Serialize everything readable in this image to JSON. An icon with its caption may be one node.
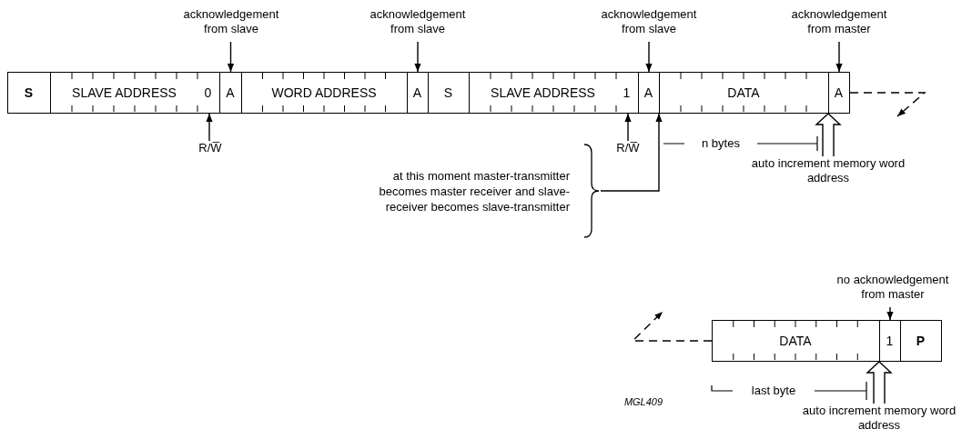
{
  "diagram": {
    "nodes": [
      {
        "text": [
          "S"
        ]
      },
      {
        "text": [
          "SLAVE ADDRESS",
          "0"
        ]
      },
      {
        "text": [
          "A"
        ]
      },
      {
        "text": [
          "WORD ADDRESS"
        ]
      },
      {
        "text": [
          "A"
        ]
      },
      {
        "text": [
          "S"
        ]
      },
      {
        "text": [
          "SLAVE ADDRESS",
          "1"
        ]
      },
      {
        "text": [
          "A"
        ]
      },
      {
        "text": [
          "DATA"
        ]
      },
      {
        "text": [
          "A"
        ]
      },
      {
        "text": [
          "DATA"
        ]
      },
      {
        "text": [
          "1"
        ]
      },
      {
        "text": [
          "P"
        ]
      },
      {
        "text": [
          "acknowledgement from slave"
        ]
      },
      {
        "text": [
          "acknowledgement from slave"
        ]
      },
      {
        "text": [
          "acknowledgement from slave"
        ]
      },
      {
        "text": [
          "acknowledgement from master"
        ]
      },
      {
        "text": [
          "R/W̅"
        ]
      },
      {
        "text": [
          "R/W̅"
        ]
      },
      {
        "text": [
          "at this moment master-transmitter becomes master receiver and slave-receiver becomes slave-transmitter"
        ]
      },
      {
        "text": [
          "no acknowledgement from master"
        ]
      },
      {
        "text": [
          "auto increment memory word address"
        ]
      },
      {
        "text": [
          "auto increment memory word address"
        ]
      }
    ],
    "edges": [
      {
        "from": 13,
        "to": 2,
        "arrow": "to"
      },
      {
        "from": 14,
        "to": 4,
        "arrow": "to"
      },
      {
        "from": 15,
        "to": 7,
        "arrow": "to"
      },
      {
        "from": 16,
        "to": 9,
        "arrow": "to"
      },
      {
        "from": 17,
        "to": 1,
        "arrow": "to"
      },
      {
        "from": 18,
        "to": 6,
        "arrow": "to"
      },
      {
        "from": 19,
        "to": 8,
        "arrow": "to"
      },
      {
        "from": 21,
        "to": 9,
        "arrow": "to",
        "style": "thick"
      },
      {
        "from": 9,
        "to": null,
        "arrow": "to",
        "style": "dashed"
      },
      {
        "from": 10,
        "to": null,
        "arrow": "to",
        "style": "dashed"
      },
      {
        "from": 20,
        "to": 11,
        "arrow": "to"
      },
      {
        "from": 22,
        "to": 11,
        "arrow": "to",
        "style": "thick"
      }
    ],
    "labels": [
      "n bytes",
      "last byte",
      "MGL409"
    ]
  }
}
